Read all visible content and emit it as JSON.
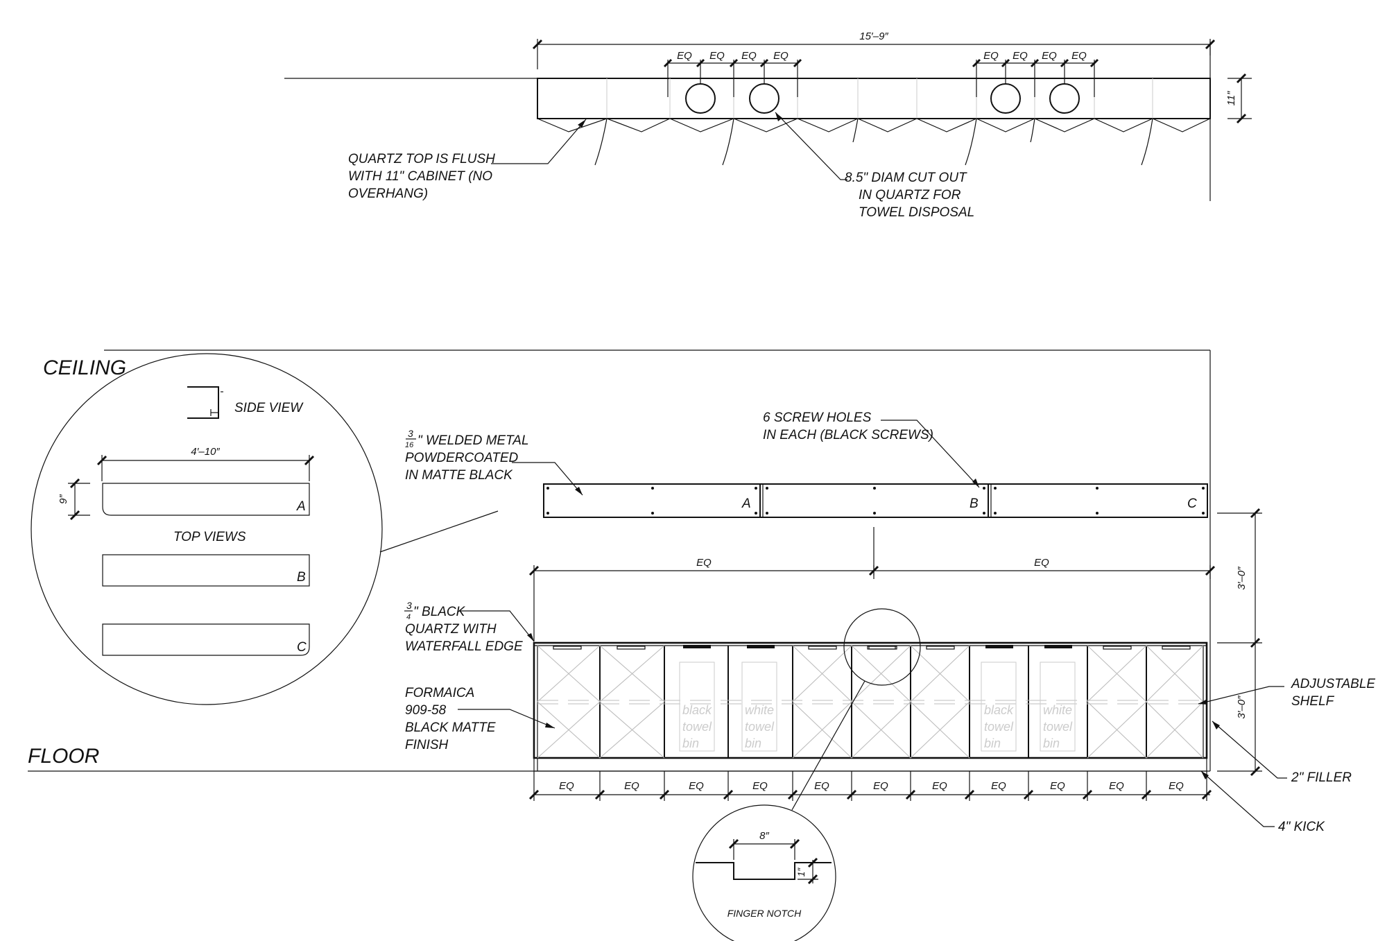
{
  "top_plan": {
    "overall_dim": "15′–9″",
    "depth_dim": "11″",
    "eq_label": "EQ",
    "note_flush": [
      "QUARTZ TOP IS FLUSH",
      "WITH 11\" CABINET (NO",
      "OVERHANG)"
    ],
    "note_cutout": [
      "8.5\" DIAM CUT OUT",
      "IN QUARTZ FOR",
      "TOWEL DISPOSAL"
    ]
  },
  "room": {
    "ceiling": "CEILING",
    "floor": "FLOOR"
  },
  "detail_circle": {
    "side_view": "SIDE VIEW",
    "width_dim": "4′–10″",
    "depth_dim": "9″",
    "top_views": "TOP VIEWS",
    "panels": [
      "A",
      "B",
      "C"
    ]
  },
  "metal_panel": {
    "note_line1_num": "3",
    "note_line1_den": "16",
    "note_line1_text": "\" WELDED METAL",
    "note_line2": "POWDERCOATED",
    "note_line3": "IN MATTE BLACK",
    "screw_note": [
      "6 SCREW HOLES",
      "IN EACH (BLACK SCREWS)"
    ],
    "labels": [
      "A",
      "B",
      "C"
    ]
  },
  "elevation": {
    "eq_label": "EQ",
    "upper_dim": "3′–0″",
    "lower_dim": "3′–0″",
    "quartz_num": "3",
    "quartz_den": "4",
    "quartz_line1": "\" BLACK",
    "quartz_line2": "QUARTZ WITH",
    "quartz_line3": "WATERFALL EDGE",
    "formaica": [
      "FORMAICA",
      "909-58",
      "BLACK MATTE",
      "FINISH"
    ],
    "adjustable_shelf": [
      "ADJUSTABLE",
      "SHELF"
    ],
    "filler": "2\" FILLER",
    "kick": "4\" KICK",
    "bin_black": [
      "black",
      "towel",
      "bin"
    ],
    "bin_white": [
      "white",
      "towel",
      "bin"
    ]
  },
  "finger_notch": {
    "width_dim": "8″",
    "depth_dim": "1″",
    "label": "FINGER NOTCH"
  }
}
